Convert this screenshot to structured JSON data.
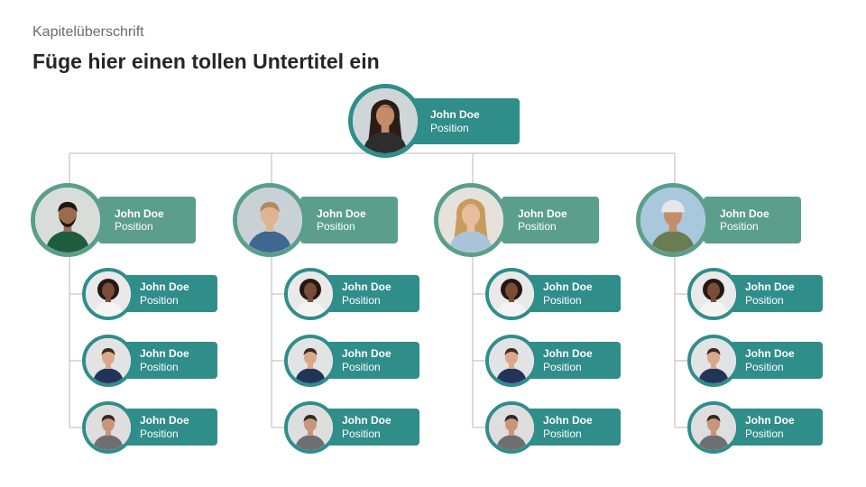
{
  "header": {
    "kicker": "Kapitelüberschrift",
    "title": "Füge hier einen tollen Untertitel ein"
  },
  "colors": {
    "teal": "#2f8d8a",
    "sage": "#5b9e8c",
    "line": "#b9b9b9"
  },
  "root": {
    "name": "John Doe",
    "position": "Position",
    "icon": "person-woman-long-hair-icon"
  },
  "managers": [
    {
      "name": "John Doe",
      "position": "Position",
      "icon": "person-man-beard-icon",
      "staff": [
        {
          "name": "John Doe",
          "position": "Position",
          "icon": "person-woman-curly-hair-icon"
        },
        {
          "name": "John Doe",
          "position": "Position",
          "icon": "person-man-suit-icon"
        },
        {
          "name": "John Doe",
          "position": "Position",
          "icon": "person-man-blazer-icon"
        }
      ]
    },
    {
      "name": "John Doe",
      "position": "Position",
      "icon": "person-man-denim-shirt-icon",
      "staff": [
        {
          "name": "John Doe",
          "position": "Position",
          "icon": "person-woman-curly-hair-icon"
        },
        {
          "name": "John Doe",
          "position": "Position",
          "icon": "person-man-suit-icon"
        },
        {
          "name": "John Doe",
          "position": "Position",
          "icon": "person-man-blazer-icon"
        }
      ]
    },
    {
      "name": "John Doe",
      "position": "Position",
      "icon": "person-woman-blonde-icon",
      "staff": [
        {
          "name": "John Doe",
          "position": "Position",
          "icon": "person-woman-curly-hair-icon"
        },
        {
          "name": "John Doe",
          "position": "Position",
          "icon": "person-man-suit-icon"
        },
        {
          "name": "John Doe",
          "position": "Position",
          "icon": "person-man-blazer-icon"
        }
      ]
    },
    {
      "name": "John Doe",
      "position": "Position",
      "icon": "person-woman-helmet-icon",
      "staff": [
        {
          "name": "John Doe",
          "position": "Position",
          "icon": "person-woman-curly-hair-icon"
        },
        {
          "name": "John Doe",
          "position": "Position",
          "icon": "person-man-suit-icon"
        },
        {
          "name": "John Doe",
          "position": "Position",
          "icon": "person-man-blazer-icon"
        }
      ]
    }
  ]
}
